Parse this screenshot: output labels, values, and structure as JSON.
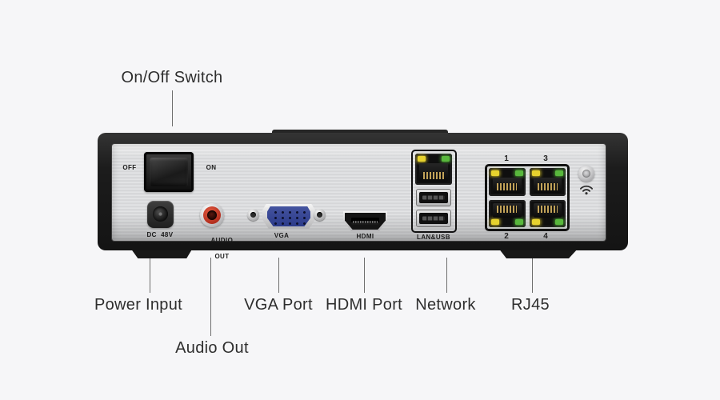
{
  "page": {
    "background": "#f6f6f8"
  },
  "callouts": {
    "on_off_switch": "On/Off Switch",
    "power_input": "Power Input",
    "audio_out": "Audio Out",
    "vga_port": "VGA Port",
    "hdmi_port": "HDMI Port",
    "network": "Network",
    "rj45": "RJ45"
  },
  "panel": {
    "switch_off": "OFF",
    "switch_on": "ON",
    "dc_label": "DC  48V",
    "audio_label_line1": "AUDIO",
    "audio_label_line2": "OUT",
    "vga_label": "VGA",
    "hdmi_label": "HDMI",
    "lan_usb_label": "LAN&USB",
    "rj45_numbers": {
      "top_left": "1",
      "top_right": "3",
      "bottom_left": "2",
      "bottom_right": "4"
    }
  },
  "colors": {
    "led_yellow": "#e7d22e",
    "led_green": "#59b83d",
    "vga_blue": "#3847a4",
    "rca_red": "#c2392b",
    "chassis_black": "#1d1d1d",
    "panel_silver": "#d8d9da",
    "label_text": "#2e2e2e"
  }
}
